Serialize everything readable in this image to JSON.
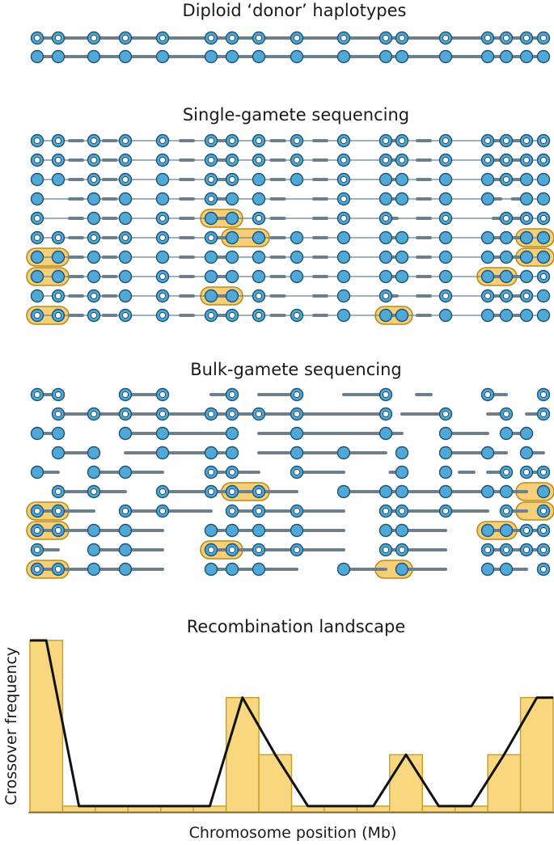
{
  "colors": {
    "track": "#6b7f8c",
    "dot_fill": "#4fa8d6",
    "dot_stroke": "#1e5270",
    "hollow_fill": "#ffffff",
    "highlight_fill": "#f6d078",
    "highlight_stroke": "#b88a1a",
    "bar_fill": "#f8d77e",
    "bar_stroke": "#c9a030",
    "line": "#111111"
  },
  "panels": {
    "donor": {
      "title": "Diploid ‘donor’ haplotypes"
    },
    "single": {
      "title": "Single-gamete sequencing"
    },
    "bulk": {
      "title": "Bulk-gamete sequencing"
    },
    "landscape": {
      "title": "Recombination landscape"
    }
  },
  "chart_data": {
    "type": "bar",
    "title": "Recombination landscape",
    "xlabel": "Chromosome position (Mb)",
    "ylabel": "Crossover frequency",
    "bars": [
      3,
      0.1,
      0.1,
      0.1,
      0.1,
      0.1,
      2,
      1,
      0.1,
      0.1,
      0.1,
      1,
      0.1,
      0.1,
      1,
      2
    ],
    "line": [
      3,
      0.1,
      0.1,
      0.1,
      0.1,
      0.1,
      2,
      1,
      0.1,
      0.1,
      0.1,
      1,
      0.1,
      0.1,
      1,
      2
    ]
  }
}
